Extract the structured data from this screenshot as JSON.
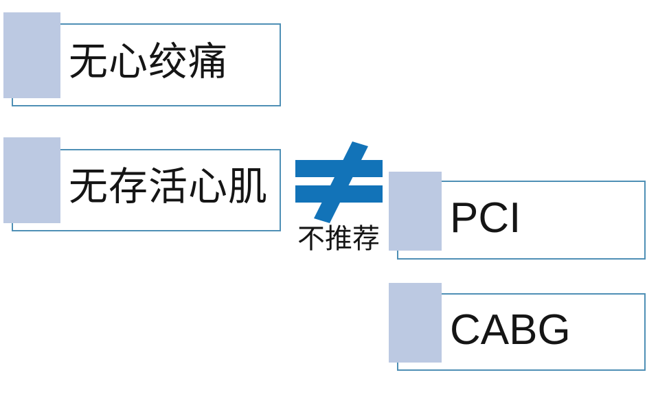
{
  "diagram": {
    "type": "decision-flow",
    "title": "无心绞痛 / 无存活心肌 ≠ PCI / CABG",
    "colors": {
      "swatch_fill": "#bcc9e2",
      "frame_outline": "#4e8fb5",
      "frame_fill": "#ffffff",
      "operator_blue": "#1273b8",
      "text": "#151515",
      "background": "#ffffff"
    }
  },
  "left_column": {
    "nodes": [
      {
        "id": "no-angina",
        "label": "无心绞痛"
      },
      {
        "id": "no-viable-myocardium",
        "label": "无存活心肌"
      }
    ]
  },
  "operator": {
    "symbol": "≠",
    "symbol_name": "not-equal-sign",
    "caption": "不推荐"
  },
  "right_column": {
    "nodes": [
      {
        "id": "pci",
        "label": "PCI"
      },
      {
        "id": "cabg",
        "label": "CABG"
      }
    ]
  }
}
